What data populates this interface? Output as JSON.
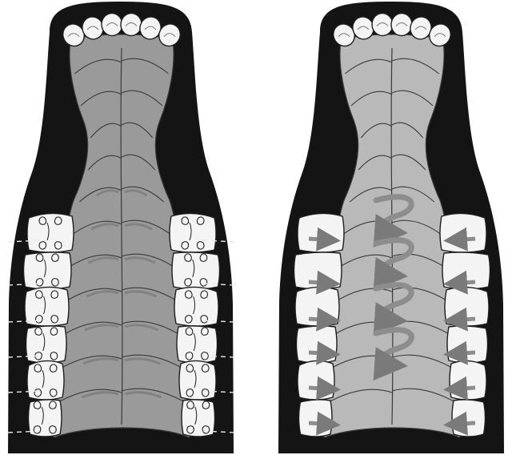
{
  "figure": {
    "panels": [
      {
        "id": "left",
        "view": "palate-with-detailed-cheek-teeth",
        "upper_incisors": 6,
        "palatal_ridges": 11,
        "cheek_teeth_per_side": 6,
        "cheek_teeth_style": "occlusal-detail",
        "boundary_lines": "dashed",
        "arrows": "none"
      },
      {
        "id": "right",
        "view": "palate-with-outline-cheek-teeth-and-force-arrows",
        "upper_incisors": 6,
        "palatal_ridges": 11,
        "cheek_teeth_per_side": 6,
        "cheek_teeth_style": "outline",
        "boundary_lines": "none",
        "arrows": "lateral-and-curved"
      }
    ],
    "colors": {
      "background": "#ffffff",
      "outline_fill": "#141414",
      "palate_fill": "#9a9a9a",
      "palate_fill_light": "#b9b9b9",
      "ridge_line": "#3a3a3a",
      "tooth_fill": "#f4f4f4",
      "tooth_line": "#1e1e1e",
      "arrow_fill": "#8d8d8d"
    }
  }
}
